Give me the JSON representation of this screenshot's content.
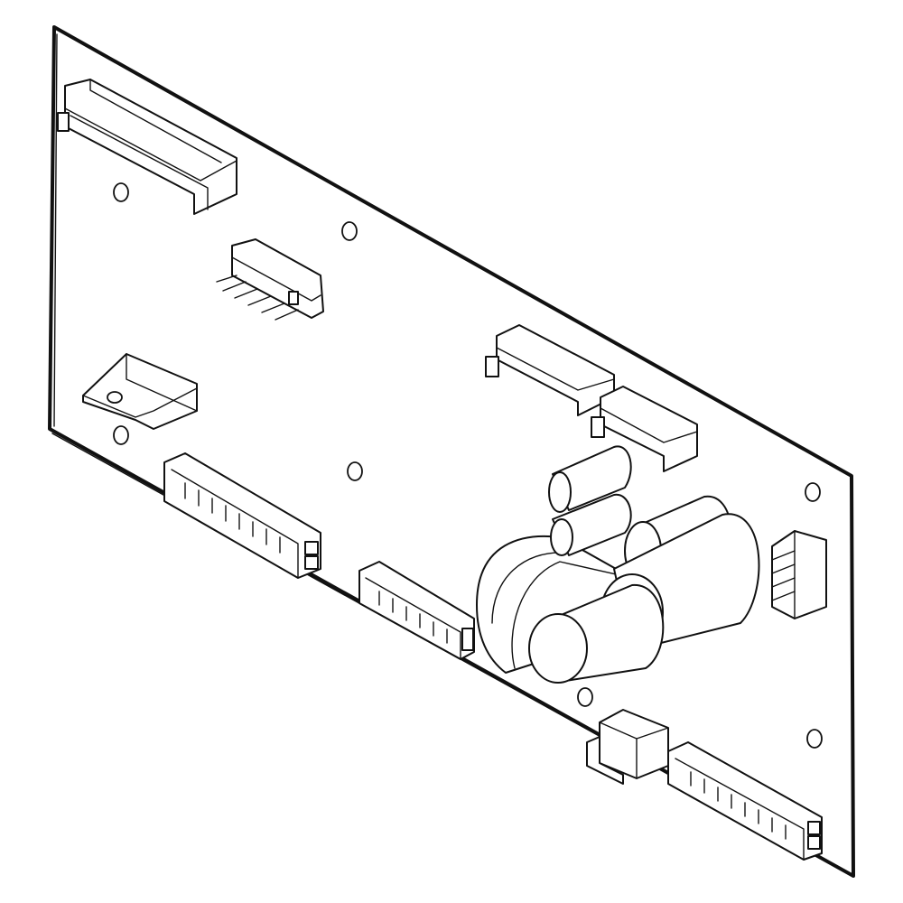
{
  "diagram": {
    "line_color": "#111111",
    "background": "#ffffff",
    "components": [
      "circuit-board",
      "ribbon-connector",
      "pin-header",
      "voltage-regulator",
      "edge-connector",
      "terminal-connector",
      "capacitor",
      "transformer",
      "relay",
      "mounting-hole"
    ]
  }
}
